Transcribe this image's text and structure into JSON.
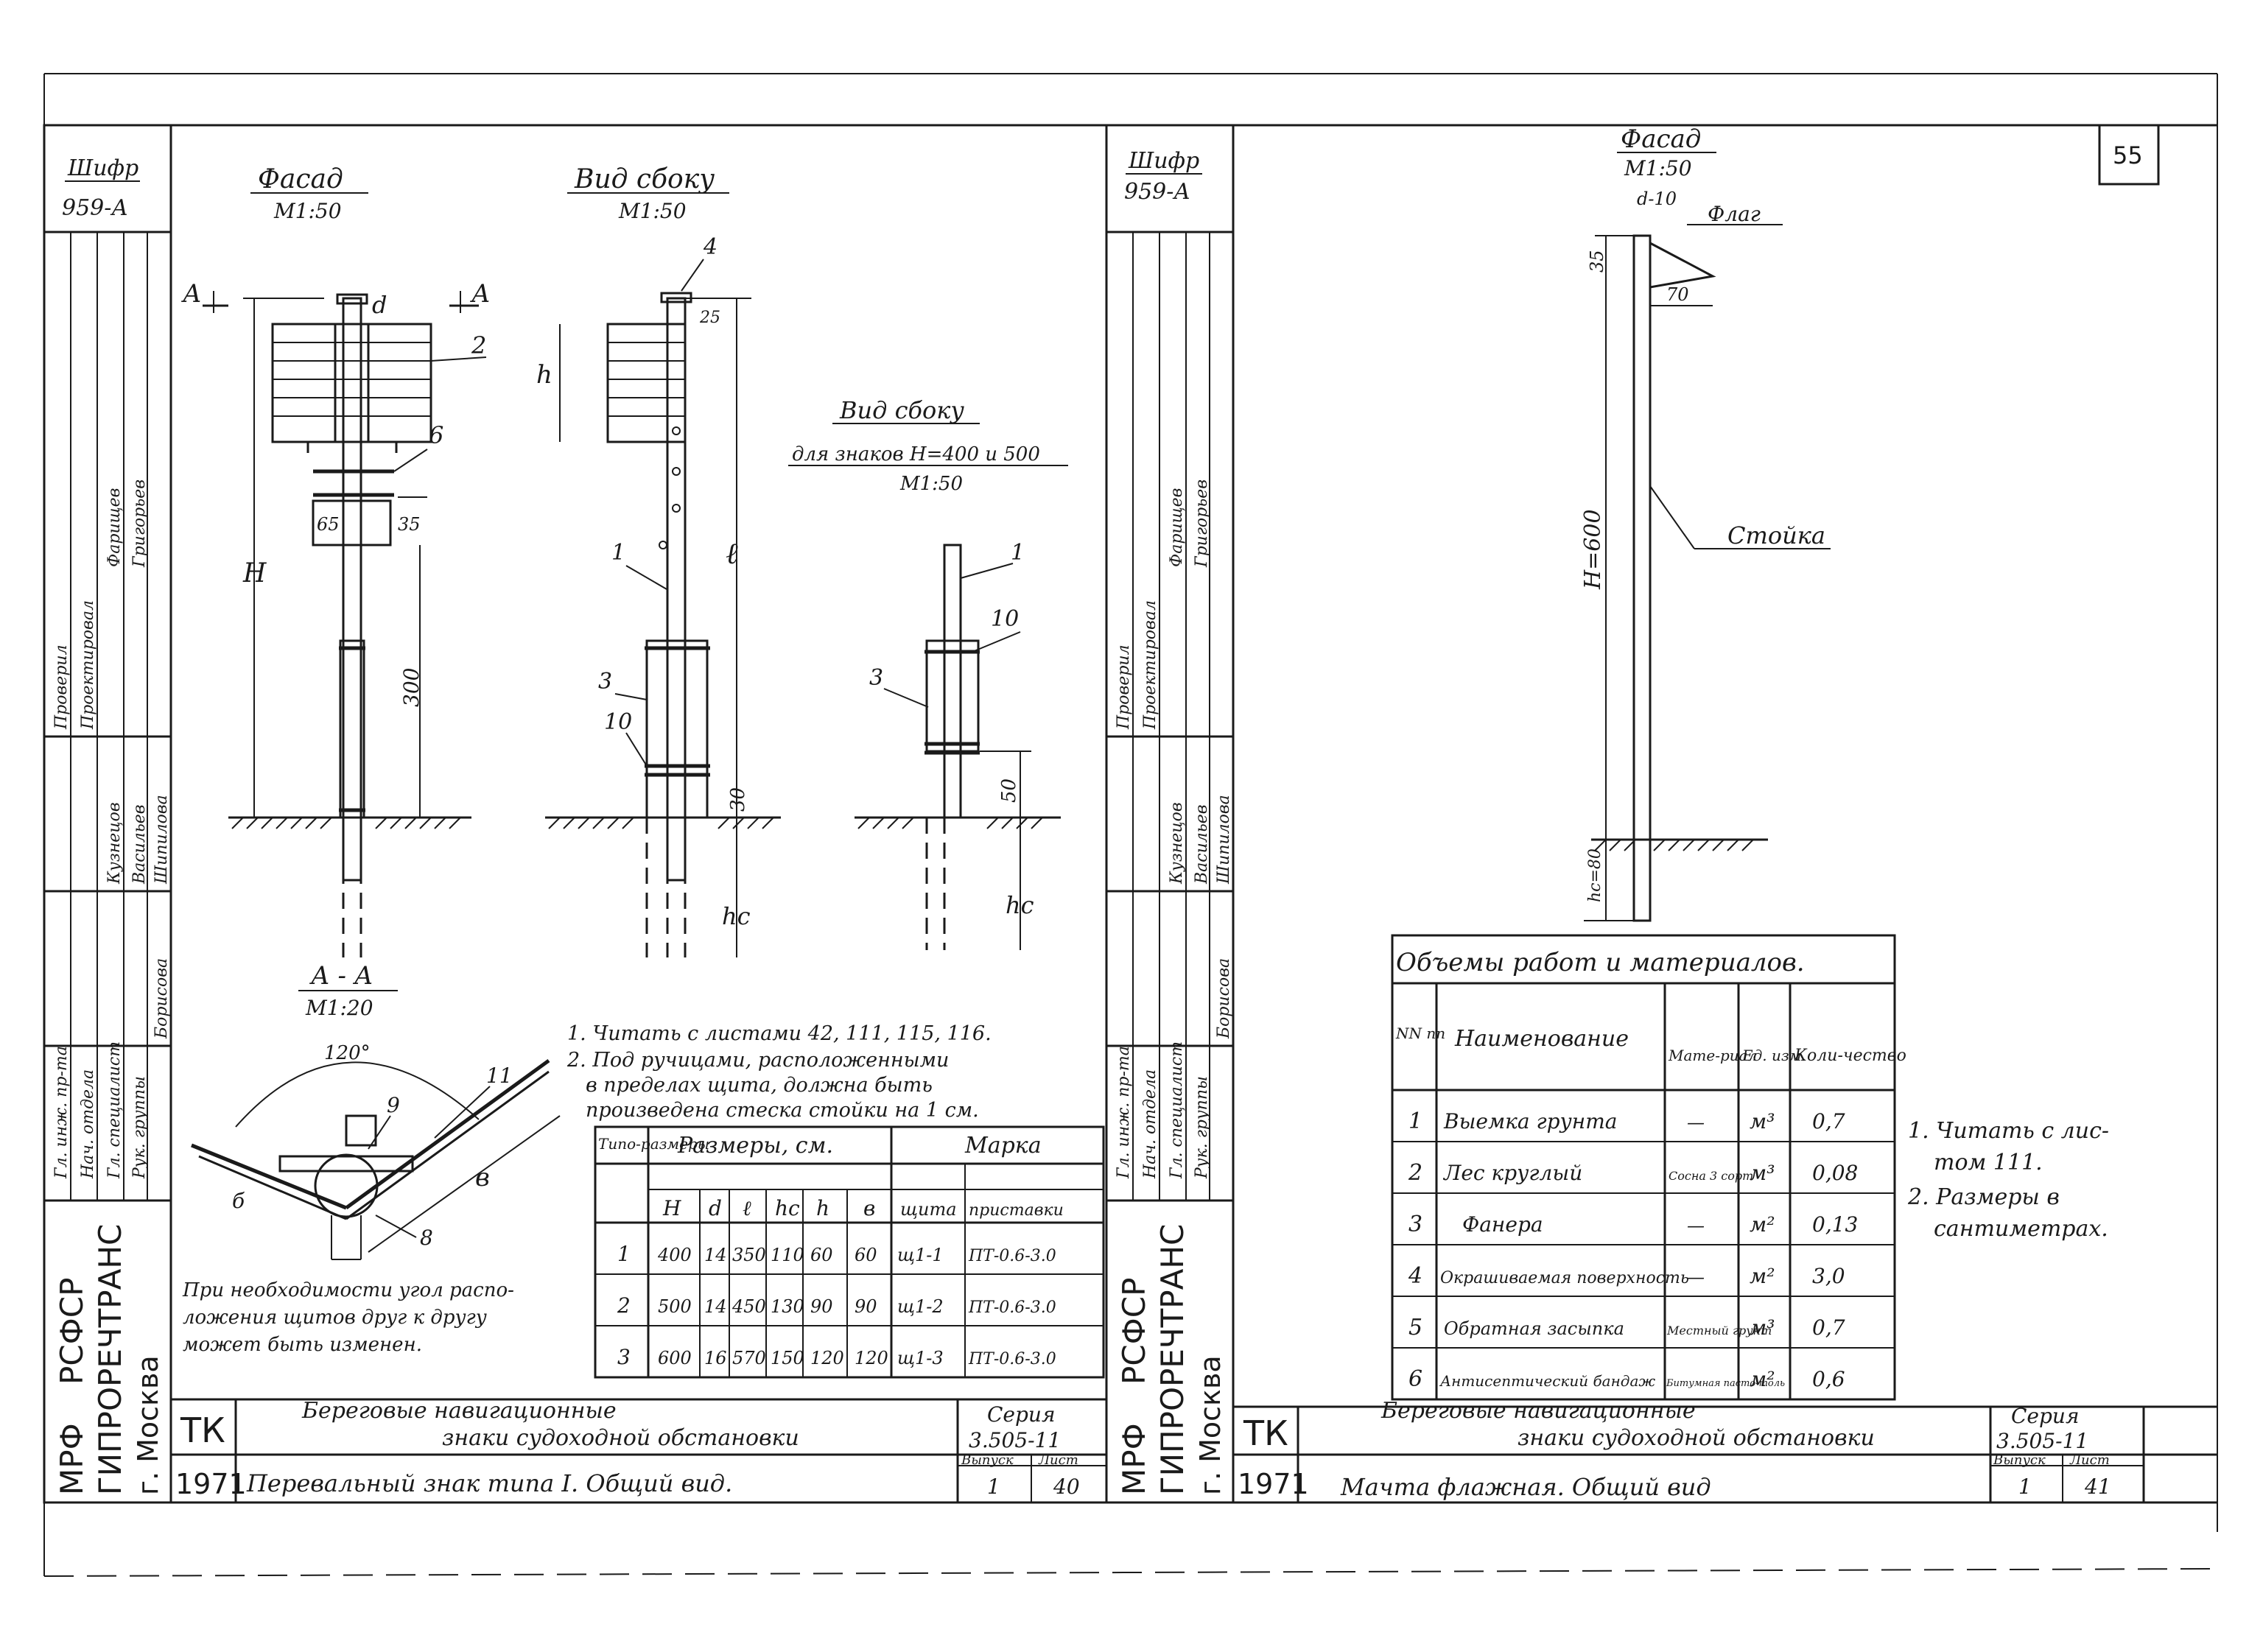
{
  "sheet_left": {
    "cipher_label": "Шифр",
    "cipher_value": "959-А",
    "stamp_roles": [
      "Гл. инж. пр-та",
      "Нач. отдела",
      "Гл. специалист",
      "Рук. группы",
      "Проверил",
      "Проектировал"
    ],
    "stamp_names": [
      "Кузнецов",
      "Васильев",
      "Шипилова",
      "Борисова",
      "Фарищев",
      "Григорьев"
    ],
    "org": [
      "МРФ",
      "РСФСР",
      "ГИПРОРЕЧТРАНС",
      "г. Москва"
    ],
    "facade_title": "Фасад",
    "facade_scale": "М1:50",
    "side_title": "Вид сбоку",
    "side_scale": "М1:50",
    "side2_title": "Вид сбоку",
    "side2_subtitle": "для знаков Н=400 и 500",
    "side2_scale": "М1:50",
    "section_title": "А - А",
    "section_scale": "М1:20",
    "section_mark": "А",
    "dims": {
      "d": "d",
      "H": "H",
      "h": "h",
      "l": "ℓ",
      "hc": "hc",
      "d35": "35",
      "d25": "25",
      "d300": "300",
      "d30": "30",
      "d50": "50",
      "d65": "65",
      "angle": "120°",
      "b": "в",
      "b2": "б"
    },
    "callouts": [
      "1",
      "2",
      "3",
      "4",
      "6",
      "8",
      "9",
      "10",
      "11"
    ],
    "notes": [
      "1. Читать с листами 42, 111, 115, 116.",
      "2. Под ручицами, расположенными",
      "в пределах щита, должна быть",
      "произведена стеска стойки на 1 см."
    ],
    "angle_note": [
      "При необходимости угол распо-",
      "ложения щитов друг к другу",
      "может быть изменен."
    ],
    "table": {
      "h_type": "Типо-размеры",
      "h_sizes": "Размеры, см.",
      "h_mark": "Марка",
      "cols": [
        "H",
        "d",
        "ℓ",
        "hc",
        "h",
        "в",
        "щита",
        "приставки"
      ],
      "rows": [
        [
          "1",
          "400",
          "14",
          "350",
          "110",
          "60",
          "60",
          "щ1-1",
          "ПТ-0.6-3.0"
        ],
        [
          "2",
          "500",
          "14",
          "450",
          "130",
          "90",
          "90",
          "щ1-2",
          "ПТ-0.6-3.0"
        ],
        [
          "3",
          "600",
          "16",
          "570",
          "150",
          "120",
          "120",
          "щ1-3",
          "ПТ-0.6-3.0"
        ]
      ]
    },
    "title_block": {
      "tk": "ТК",
      "year": "1971",
      "title1": "Береговые навигационные",
      "title2": "знаки судоходной обстановки",
      "drawing": "Перевальный знак типа I. Общий вид.",
      "series_label": "Серия",
      "series": "3.505-11",
      "issue_label": "Выпуск",
      "sheet_label": "Лист",
      "issue": "1",
      "sheet": "40"
    }
  },
  "sheet_right": {
    "cipher_label": "Шифр",
    "cipher_value": "959-А",
    "page_no": "55",
    "stamp_roles": [
      "Гл. инж. пр-та",
      "Нач. отдела",
      "Гл. специалист",
      "Рук. группы",
      "Проверил",
      "Проектировал"
    ],
    "stamp_names": [
      "Кузнецов",
      "Васильев",
      "Шипилова",
      "Борисова",
      "Фарищев",
      "Григорьев"
    ],
    "org": [
      "МРФ",
      "РСФСР",
      "ГИПРОРЕЧТРАНС",
      "г. Москва"
    ],
    "facade_title": "Фасад",
    "facade_scale": "М1:50",
    "dims": {
      "d": "d-10",
      "d35": "35",
      "d70": "70",
      "H": "H=600",
      "hc": "hc=80"
    },
    "flag_label": "Флаг",
    "post_label": "Стойка",
    "table": {
      "title": "Объемы работ и материалов.",
      "h_no": "NN пп",
      "h_name": "Наименование",
      "h_mat": "Мате-риал",
      "h_unit": "Ед. изм.",
      "h_qty": "Коли-чество",
      "rows": [
        [
          "1",
          "Выемка грунта",
          "—",
          "м³",
          "0,7"
        ],
        [
          "2",
          "Лес круглый",
          "Сосна 3 сорт",
          "м³",
          "0,08"
        ],
        [
          "3",
          "Фанера",
          "—",
          "м²",
          "0,13"
        ],
        [
          "4",
          "Окрашиваемая поверхность",
          "—",
          "м²",
          "3,0"
        ],
        [
          "5",
          "Обратная засыпка",
          "Местный грунт",
          "м³",
          "0,7"
        ],
        [
          "6",
          "Антисептический бандаж",
          "Битумная пасто-толь",
          "м²",
          "0,6"
        ]
      ]
    },
    "notes": [
      "1. Читать с лис-",
      "том 111.",
      "2. Размеры в",
      "сантиметрах."
    ],
    "title_block": {
      "tk": "ТК",
      "year": "1971",
      "title1": "Береговые навигационные",
      "title2": "знаки судоходной обстановки",
      "drawing": "Мачта флажная. Общий вид",
      "series_label": "Серия",
      "series": "3.505-11",
      "issue_label": "Выпуск",
      "sheet_label": "Лист",
      "issue": "1",
      "sheet": "41"
    }
  }
}
